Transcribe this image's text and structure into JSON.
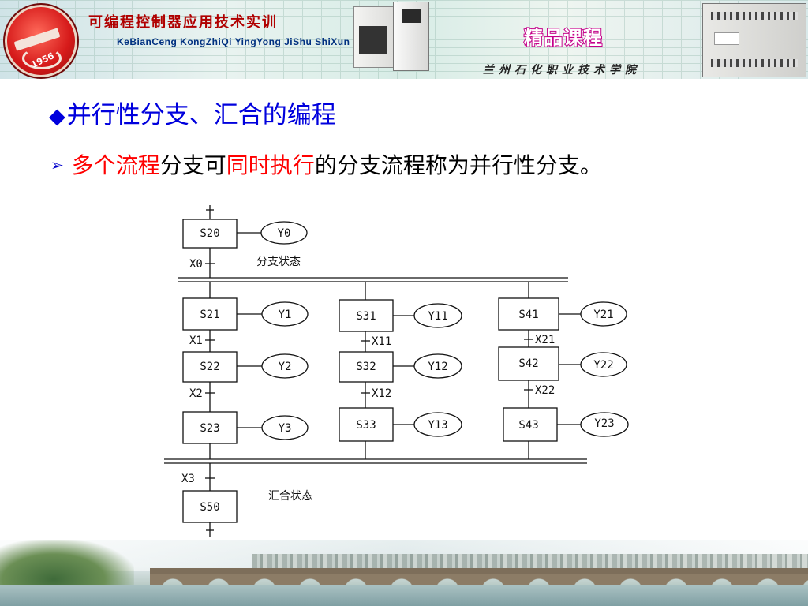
{
  "header": {
    "course_title": "可编程控制器应用技术实训",
    "course_pinyin": "KeBianCeng  KongZhiQi  YingYong  JiShu  ShiXun",
    "badge": "精品课程",
    "school": "兰州石化职业技术学院",
    "logo_year": "1956"
  },
  "slide": {
    "heading_marker": "◆",
    "heading": "并行性分支、汇合的编程",
    "bullet_marker": "➢",
    "bullet": {
      "part1": "多个流程",
      "part2": "分支可",
      "part3": "同时执行",
      "part4": "的分支流程称为并行性分支。"
    }
  },
  "diagram": {
    "top_step": "S20",
    "top_output": "Y0",
    "x0": "X0",
    "branch_label": "分支状态",
    "col1": {
      "s1": "S21",
      "o1": "Y1",
      "t1": "X1",
      "s2": "S22",
      "o2": "Y2",
      "t2": "X2",
      "s3": "S23",
      "o3": "Y3"
    },
    "col2": {
      "s1": "S31",
      "o1": "Y11",
      "t1": "X11",
      "s2": "S32",
      "o2": "Y12",
      "t2": "X12",
      "s3": "S33",
      "o3": "Y13"
    },
    "col3": {
      "s1": "S41",
      "o1": "Y21",
      "t1": "X21",
      "s2": "S42",
      "o2": "Y22",
      "t2": "X22",
      "s3": "S43",
      "o3": "Y23"
    },
    "x3": "X3",
    "merge_label": "汇合状态",
    "bottom_step": "S50"
  },
  "colors": {
    "heading_blue": "#0000dd",
    "highlight_red": "#ff0000",
    "header_red": "#b00000",
    "badge_magenta": "#c4008a"
  }
}
